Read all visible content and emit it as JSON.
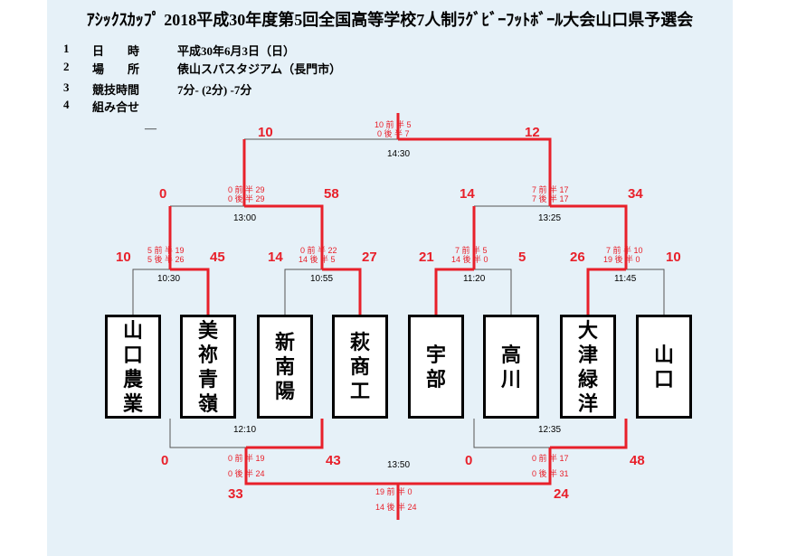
{
  "header": {
    "title": "ｱｼｯｸｽｶｯﾌﾟ 2018平成30年度第5回全国高等学校7人制ﾗｸﾞﾋﾞｰﾌｯﾄﾎﾞｰﾙ大会山口県予選会",
    "rows": [
      {
        "num": "1",
        "label": "日　　時",
        "value": "平成30年6月3日（日）"
      },
      {
        "num": "2",
        "label": "場　　所",
        "value": "俵山スパスタジアム（長門市）"
      },
      {
        "num": "3",
        "label": "競技時間",
        "value": "7分- (2分) -7分"
      },
      {
        "num": "4",
        "label": "組み合せ",
        "value": ""
      }
    ],
    "dash": "—"
  },
  "teams": [
    {
      "chars": [
        "山",
        "口",
        "農",
        "業"
      ]
    },
    {
      "chars": [
        "美",
        "祢",
        "青",
        "嶺"
      ]
    },
    {
      "chars": [
        "新",
        "南",
        "陽"
      ]
    },
    {
      "chars": [
        "萩",
        "商",
        "工"
      ]
    },
    {
      "chars": [
        "宇",
        "部"
      ]
    },
    {
      "chars": [
        "高",
        "川"
      ]
    },
    {
      "chars": [
        "大",
        "津",
        "緑",
        "洋"
      ]
    },
    {
      "chars": [
        "山",
        "口"
      ]
    }
  ],
  "times": {
    "r1a": "10:30",
    "r1b": "10:55",
    "r1c": "11:20",
    "r1d": "11:45",
    "sf1": "13:00",
    "sf2": "13:25",
    "final": "14:30",
    "lower1": "12:10",
    "lower2": "12:35",
    "third": "13:50"
  },
  "scores": {
    "r1a": {
      "left": "10",
      "right": "45",
      "h1": "5 前 半 19",
      "h2": "5 後 半 26"
    },
    "r1b": {
      "left": "14",
      "right": "27",
      "h1": "0 前 半 22",
      "h2": "14 後 半 5"
    },
    "r1c": {
      "left": "21",
      "right": "5",
      "h1": "7 前 半 5",
      "h2": "14 後 半 0"
    },
    "r1d": {
      "left": "26",
      "right": "10",
      "h1": "7 前 半 10",
      "h2": "19 後 半 0"
    },
    "sf1": {
      "left": "0",
      "right": "58",
      "h1": "0 前 半 29",
      "h2": "0 後 半 29"
    },
    "sf2": {
      "left": "14",
      "right": "34",
      "h1": "7 前 半 17",
      "h2": "7 後 半 17"
    },
    "final": {
      "left": "10",
      "right": "12",
      "h1": "10 前 半 5",
      "h2": "0 後 半 7"
    },
    "lower1": {
      "left": "0",
      "right": "43",
      "h1": "0 前 半 19",
      "h2": "0 後 半 24"
    },
    "lower2": {
      "left": "0",
      "right": "48",
      "h1": "0 前 半 17",
      "h2": "0 後 半 31"
    },
    "third": {
      "left": "33",
      "right": "24",
      "h1": "19 前 半 0",
      "h2": "14 後 半 24"
    }
  },
  "colors": {
    "win_line": "#e8202a",
    "lose_line": "#555555",
    "background": "#e6f1f8"
  }
}
